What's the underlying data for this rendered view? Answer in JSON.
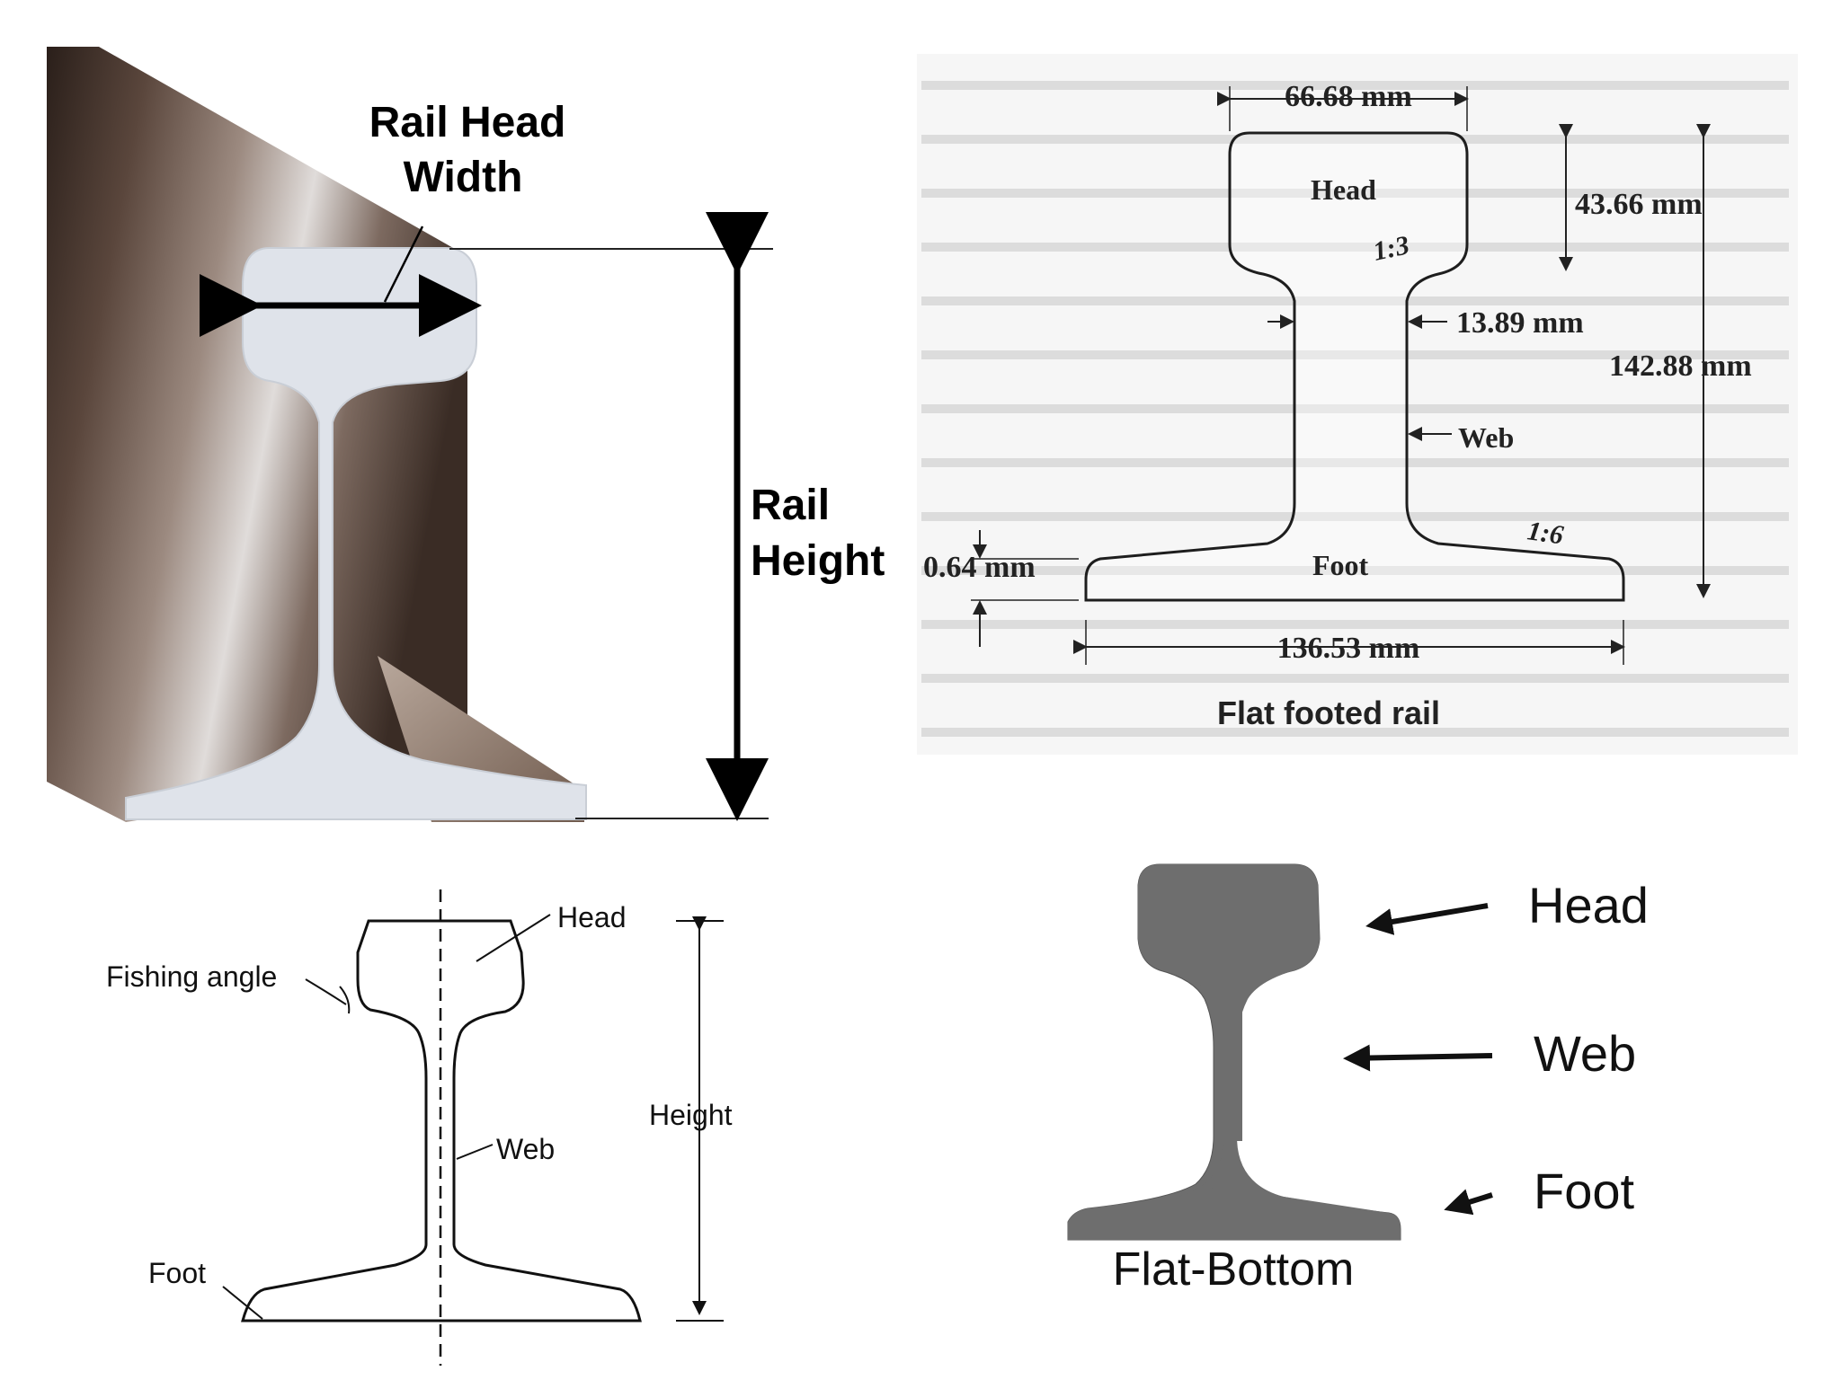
{
  "panel_3d": {
    "head_width_label_line1": "Rail Head",
    "head_width_label_line2": "Width",
    "height_label_line1": "Rail",
    "height_label_line2": "Height",
    "colors": {
      "face": "#dfe3ea",
      "steel_dark": "#3b2c24",
      "steel_mid": "#8a7466",
      "steel_light": "#e6e6e6"
    }
  },
  "panel_dimensions": {
    "head_width": "66.68 mm",
    "head_depth": "43.66 mm",
    "web_thickness": "13.89 mm",
    "total_height": "142.88 mm",
    "foot_edge": "0.64 mm",
    "foot_width": "136.53 mm",
    "head_label": "Head",
    "web_label": "Web",
    "foot_label": "Foot",
    "head_slope": "1:3",
    "foot_slope": "1:6",
    "caption": "Flat  footed  rail"
  },
  "panel_outline": {
    "head_label": "Head",
    "fishing_angle_label": "Fishing angle",
    "web_label": "Web",
    "foot_label": "Foot",
    "height_label": "Height"
  },
  "panel_simple": {
    "head_label": "Head",
    "web_label": "Web",
    "foot_label": "Foot",
    "caption": "Flat-Bottom",
    "colors": {
      "fill": "#6e6e6e"
    }
  }
}
